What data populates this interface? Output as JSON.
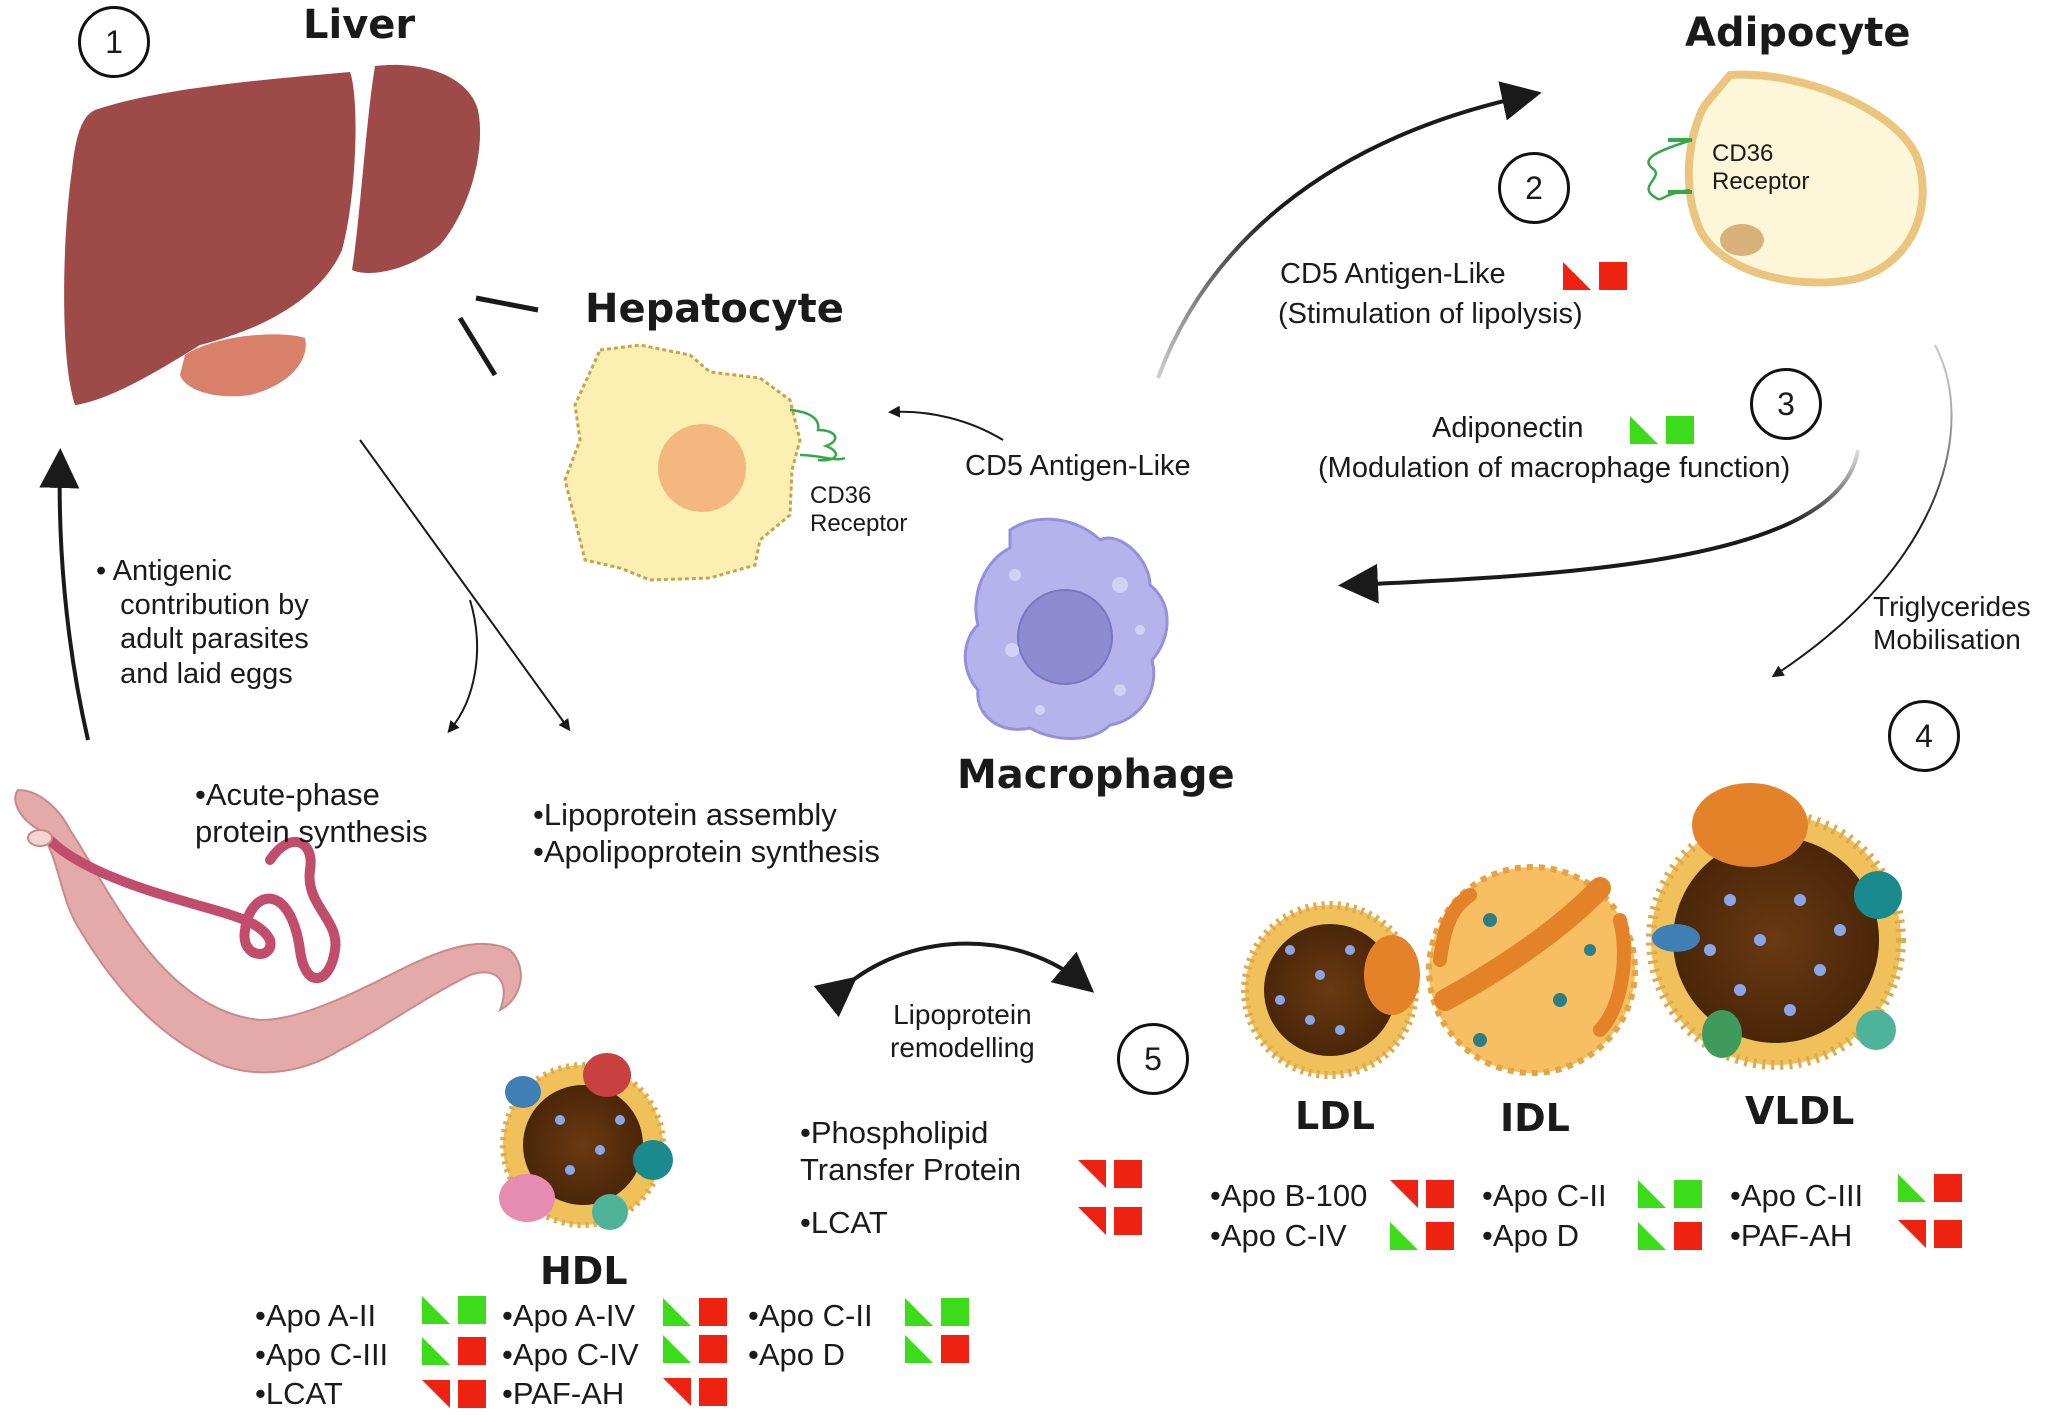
{
  "steps": [
    "1",
    "2",
    "3",
    "4",
    "5"
  ],
  "cells": {
    "liver": "Liver",
    "hepatocyte": "Hepatocyte",
    "adipocyte": "Adipocyte",
    "macrophage": "Macrophage"
  },
  "receptors": {
    "adipocyte_receptor": "CD36\nReceptor",
    "hepatocyte_receptor": "CD36\nReceptor"
  },
  "signals": {
    "cd5_adipocyte": "CD5 Antigen-Like",
    "cd5_adipocyte_effect": "(Stimulation of lipolysis)",
    "adiponectin": "Adiponectin",
    "adiponectin_effect": "(Modulation of macrophage function)",
    "cd5_hepatocyte": "CD5 Antigen-Like",
    "triglycerides": "Triglycerides\nMobilisation",
    "remodelling": "Lipoprotein\nremodelling"
  },
  "liver_functions": {
    "antigenic": "• Antigenic\n   contribution by\n   adult parasites\n   and laid eggs",
    "acute_phase": "•Acute-phase\nprotein synthesis",
    "lipoprotein": "•Lipoprotein assembly\n•Apolipoprotein synthesis"
  },
  "transfer": {
    "pltp": "•Phospholipid\nTransfer Protein",
    "lcat": "•LCAT"
  },
  "lipoproteins": {
    "ldl": "LDL",
    "idl": "IDL",
    "vldl": "VLDL",
    "hdl": "HDL"
  },
  "ldl_items": [
    "•Apo B-100",
    "•Apo C-IV"
  ],
  "idl_items": [
    "•Apo C-II",
    "•Apo D"
  ],
  "vldl_items": [
    "•Apo C-III",
    "•PAF-AH"
  ],
  "hdl_items": {
    "col1": [
      "•Apo A-II",
      "•Apo C-III",
      "•LCAT"
    ],
    "col2": [
      "•Apo A-IV",
      "•Apo C-IV",
      "•PAF-AH"
    ],
    "col3": [
      "•Apo C-II",
      "•Apo D"
    ]
  },
  "indicator_types": {
    "up": "increase",
    "down": "decrease",
    "upred": "mixed"
  },
  "colors": {
    "increase": "#3ddc1a",
    "decrease": "#ee2211",
    "liver": "#9e4a48",
    "hepatocyte": "#fbefb2",
    "adipocyte": "#fdf6d8",
    "macrophage": "#b6b3ec",
    "parasite": "#e3aaa9"
  }
}
